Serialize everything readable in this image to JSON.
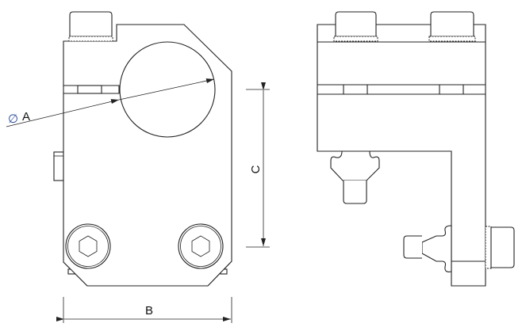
{
  "drawing": {
    "views": [
      "front-view",
      "side-view"
    ],
    "dimensions": {
      "diameter_symbol": "∅",
      "diameter_label": "A",
      "width_label": "B",
      "height_label": "C"
    },
    "colors": {
      "line": "#222222",
      "diameter_symbol": "#2a4a9a"
    }
  }
}
